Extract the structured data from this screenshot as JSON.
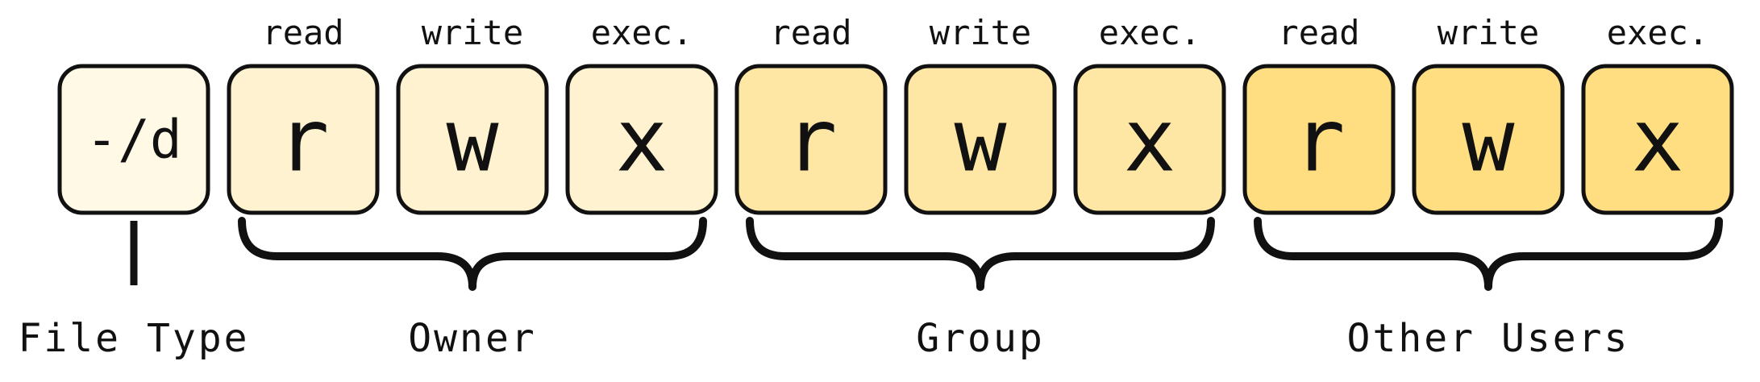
{
  "file_type": {
    "value": "-/d",
    "label": "File Type",
    "color": "#fff9e6"
  },
  "groups": [
    {
      "label": "Owner",
      "color": "#fff2d0",
      "cells": [
        {
          "perm": "read",
          "letter": "r"
        },
        {
          "perm": "write",
          "letter": "w"
        },
        {
          "perm": "exec.",
          "letter": "x"
        }
      ]
    },
    {
      "label": "Group",
      "color": "#fee7a4",
      "cells": [
        {
          "perm": "read",
          "letter": "r"
        },
        {
          "perm": "write",
          "letter": "w"
        },
        {
          "perm": "exec.",
          "letter": "x"
        }
      ]
    },
    {
      "label": "Other Users",
      "color": "#fede80",
      "cells": [
        {
          "perm": "read",
          "letter": "r"
        },
        {
          "perm": "write",
          "letter": "w"
        },
        {
          "perm": "exec.",
          "letter": "x"
        }
      ]
    }
  ]
}
